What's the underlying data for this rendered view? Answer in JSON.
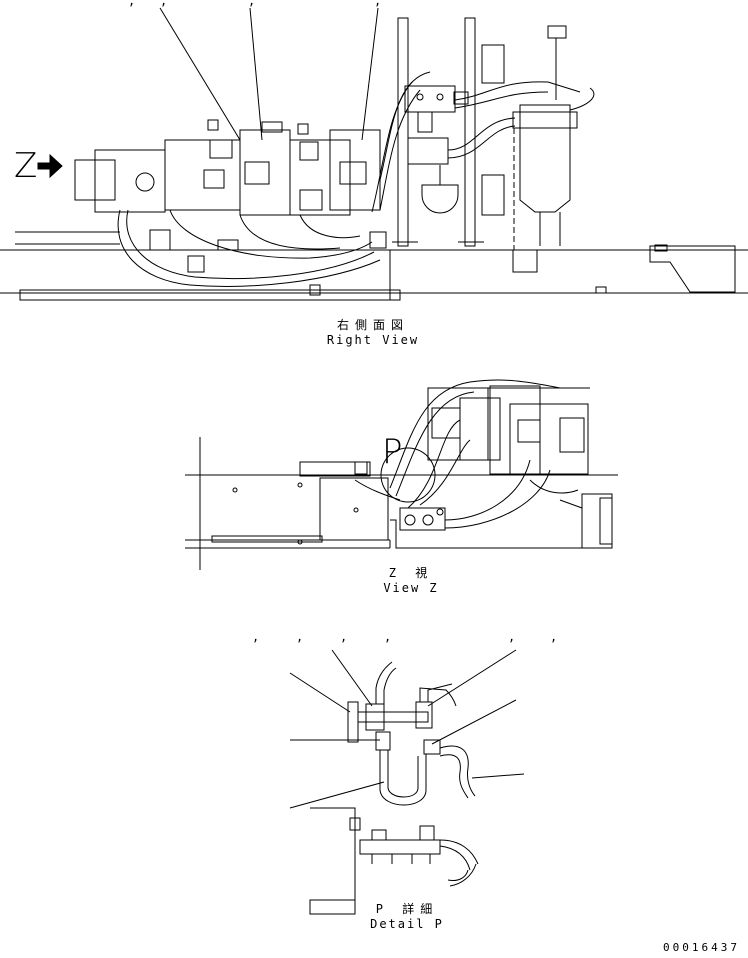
{
  "views": {
    "right": {
      "title_jp": "右側面図",
      "title_en": "Right View"
    },
    "z": {
      "title_jp": "Z 視",
      "title_en": "View Z",
      "arrow_letter": "Z"
    },
    "p": {
      "title_jp": "P 詳細",
      "title_en": "Detail P",
      "detail_letter": "P"
    }
  },
  "callout_mark": ",",
  "doc_number": "00016437"
}
